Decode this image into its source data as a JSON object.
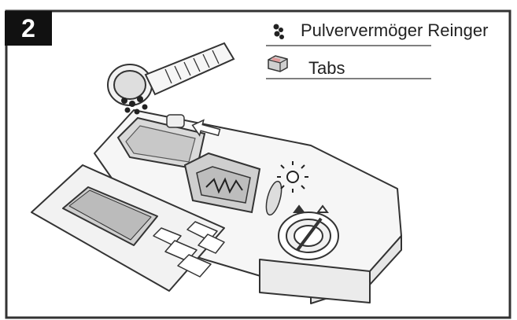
{
  "step": {
    "number": "2"
  },
  "legend": {
    "items": [
      {
        "label": "Pulververmöger Reinger",
        "icon": "powder-detergent-icon"
      },
      {
        "label": "Tabs",
        "icon": "detergent-tab-icon"
      }
    ]
  },
  "colors": {
    "line": "#333333",
    "badge": "#111111",
    "panel": "#f4f4f4"
  }
}
